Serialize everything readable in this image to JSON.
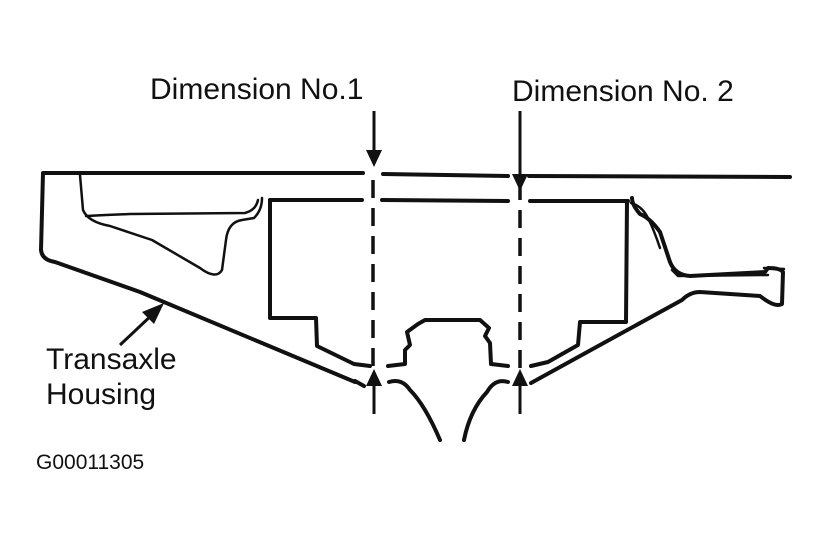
{
  "labels": {
    "dimension_1": "Dimension No.1",
    "dimension_2": "Dimension No. 2",
    "housing_line1": "Transaxle",
    "housing_line2": "Housing",
    "figure_code": "G00011305"
  },
  "colors": {
    "ink": "#111111",
    "background": "#ffffff"
  }
}
